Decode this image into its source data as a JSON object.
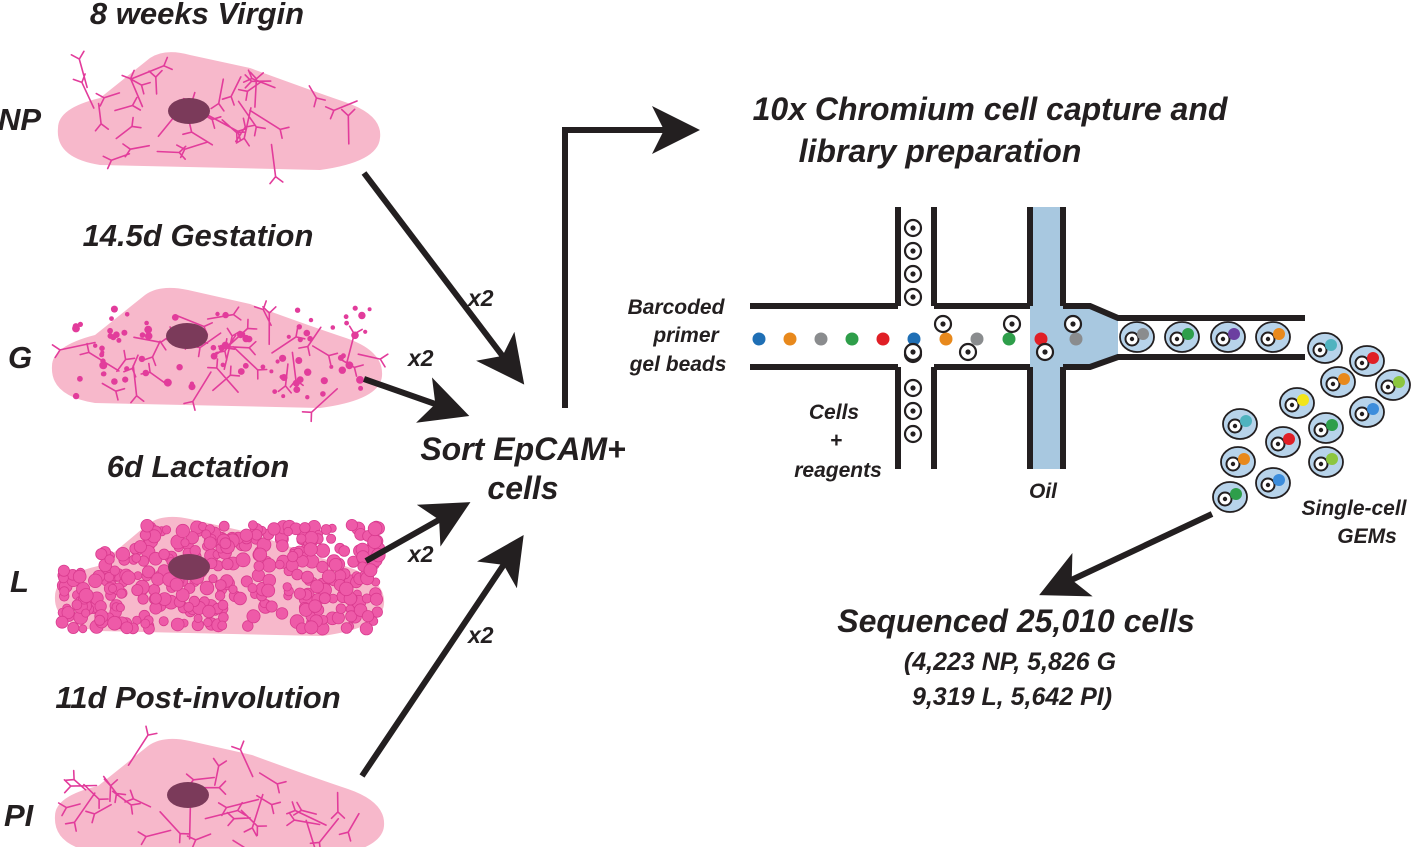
{
  "stages": [
    {
      "title": "8 weeks Virgin",
      "code": "NP",
      "replicates": "x2"
    },
    {
      "title": "14.5d Gestation",
      "code": "G",
      "replicates": "x2"
    },
    {
      "title": "6d Lactation",
      "code": "L",
      "replicates": "x2"
    },
    {
      "title": "11d Post-involution",
      "code": "PI",
      "replicates": "x2"
    }
  ],
  "sort": {
    "line1": "Sort EpCAM+",
    "line2": "cells"
  },
  "chromium": {
    "line1": "10x Chromium cell capture and",
    "line2": "library preparation"
  },
  "microfluidics": {
    "beads_label": [
      "Barcoded",
      "primer",
      "gel beads"
    ],
    "cells_label": [
      "Cells",
      "+",
      "reagents"
    ],
    "oil_label": "Oil",
    "gems_label": [
      "Single-cell",
      "GEMs"
    ],
    "bead_colors": [
      "#1f6fb5",
      "#e8891c",
      "#8a8c8e",
      "#2e9e4a",
      "#e01f26"
    ]
  },
  "result": {
    "title": "Sequenced 25,010 cells",
    "line2": "(4,223 NP, 5,826 G",
    "line3": "9,319 L, 5,642 PI)"
  },
  "colors": {
    "tissue_fill": "#f7b8cb",
    "duct": "#e23c9b",
    "nucleus": "#7b3a5a",
    "oil_channel": "#a8c8e0",
    "gem_fill": "#b7d3ea"
  }
}
